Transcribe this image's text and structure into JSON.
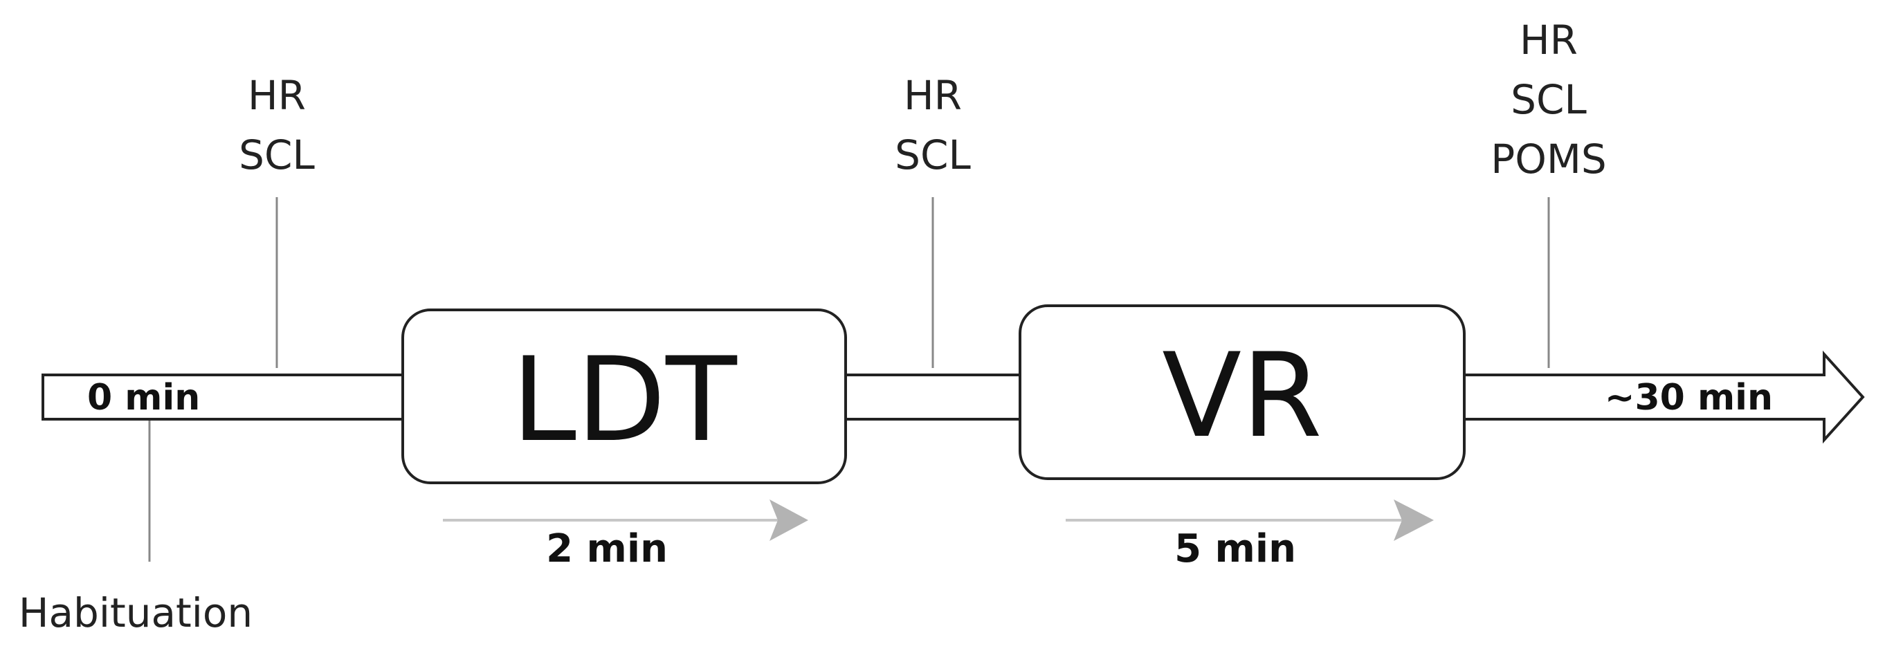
{
  "timeline": {
    "start_label": "0 min",
    "end_label": "~30 min",
    "habituation_label": "Habituation"
  },
  "stages": [
    {
      "name": "LDT",
      "duration": "2 min"
    },
    {
      "name": "VR",
      "duration": "5 min"
    }
  ],
  "measurement_points": [
    {
      "lines": [
        "HR",
        "SCL"
      ]
    },
    {
      "lines": [
        "HR",
        "SCL"
      ]
    },
    {
      "lines": [
        "HR",
        "SCL",
        "POMS"
      ]
    }
  ],
  "colors": {
    "stroke": "#222222",
    "duration_arrow": "#b3b3b3",
    "tick": "#888888"
  }
}
